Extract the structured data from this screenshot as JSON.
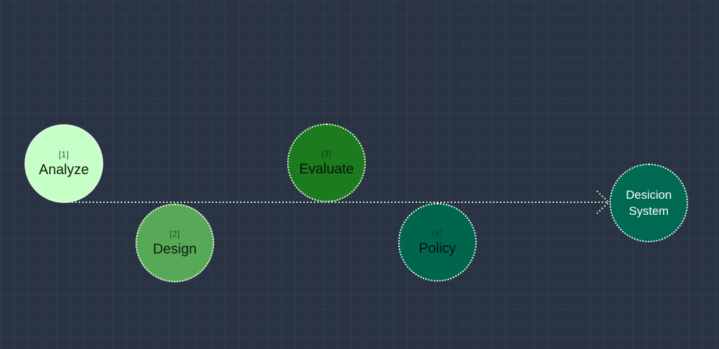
{
  "diagram": {
    "steps": [
      {
        "number": "[1]",
        "label": "Analyze",
        "color": "#c6ffc7"
      },
      {
        "number": "[2]",
        "label": "Design",
        "color": "#58a957"
      },
      {
        "number": "[3]",
        "label": "Evaluate",
        "color": "#1c7b1e"
      },
      {
        "number": "[4]",
        "label": "Policy",
        "color": "#00654d"
      }
    ],
    "target": {
      "label": "Desicion System",
      "color": "#006952"
    },
    "connector_color": "#d4f5cf",
    "background_color": "#2a3344"
  }
}
